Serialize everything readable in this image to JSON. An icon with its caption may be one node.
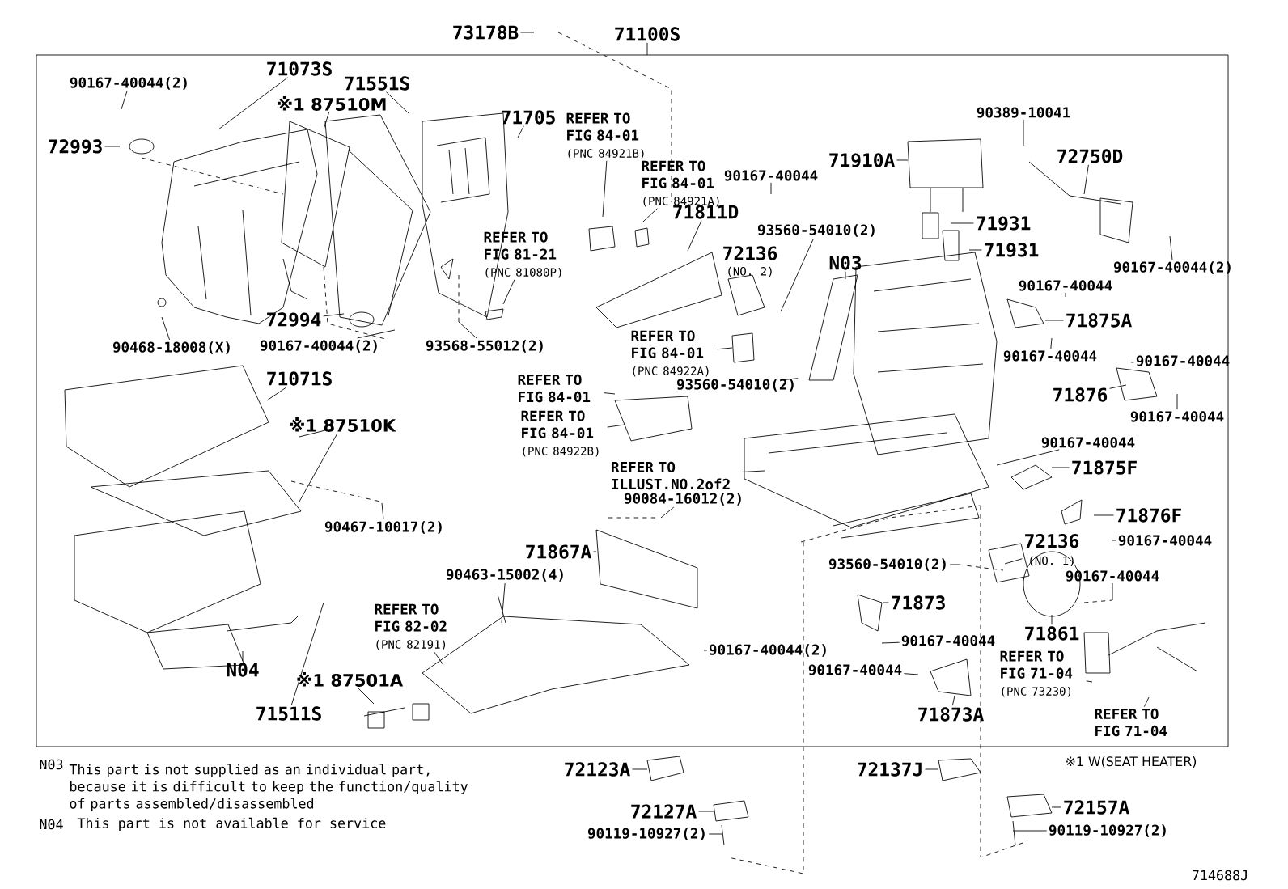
{
  "diagram": {
    "nodes": [
      {
        "text": [
          "73178B"
        ]
      },
      {
        "text": [
          "71100S"
        ]
      },
      {
        "text": [
          "90167-40044(2)"
        ]
      },
      {
        "text": [
          "72993"
        ]
      },
      {
        "text": [
          "71073S"
        ]
      },
      {
        "text": [
          "※1 87510M"
        ]
      },
      {
        "text": [
          "71551S"
        ]
      },
      {
        "text": [
          "71705"
        ]
      },
      {
        "text": [
          "REFER TO FIG 84-01",
          "(PNC 84921B)"
        ]
      },
      {
        "text": [
          "REFER TO FIG 84-01",
          "(PNC 84921A)"
        ]
      },
      {
        "text": [
          "REFER TO FIG 81-21",
          "(PNC 81080P)"
        ]
      },
      {
        "text": [
          "72994"
        ]
      },
      {
        "text": [
          "90167-40044(2)"
        ]
      },
      {
        "text": [
          "90468-18008(X)"
        ]
      },
      {
        "text": [
          "93568-55012(2)"
        ]
      },
      {
        "text": [
          "90167-40044"
        ]
      },
      {
        "text": [
          "71811D"
        ]
      },
      {
        "text": [
          "93560-54010(2)"
        ]
      },
      {
        "text": [
          "N03"
        ]
      },
      {
        "text": [
          "71910A"
        ]
      },
      {
        "text": [
          "71931"
        ]
      },
      {
        "text": [
          "71931"
        ]
      },
      {
        "text": [
          "90389-10041"
        ]
      },
      {
        "text": [
          "72750D"
        ]
      },
      {
        "text": [
          "90167-40044(2)"
        ]
      },
      {
        "text": [
          "90167-40044"
        ]
      },
      {
        "text": [
          "71875A"
        ]
      },
      {
        "text": [
          "90167-40044"
        ]
      },
      {
        "text": [
          "90167-40044"
        ]
      },
      {
        "text": [
          "71876"
        ]
      },
      {
        "text": [
          "90167-40044"
        ]
      },
      {
        "text": [
          "REFER TO FIG 84-01",
          "(PNC 84922A)"
        ]
      },
      {
        "text": [
          "93560-54010(2)"
        ]
      },
      {
        "text": [
          "REFER TO FIG 84-01"
        ]
      },
      {
        "text": [
          "REFER TO FIG 84-01",
          "(PNC 84922B)"
        ]
      },
      {
        "text": [
          "71071S"
        ]
      },
      {
        "text": [
          "※1 87510K"
        ]
      },
      {
        "text": [
          "90467-10017(2)"
        ]
      },
      {
        "text": [
          "REFER TO ILLUST.NO.2of2"
        ]
      },
      {
        "text": [
          "90084-16012(2)"
        ]
      },
      {
        "text": [
          "71867A"
        ]
      },
      {
        "text": [
          "90463-15002(4)"
        ]
      },
      {
        "text": [
          "REFER TO FIG 82-02",
          "(PNC 82191)"
        ]
      },
      {
        "text": [
          "90167-40044(2)"
        ]
      },
      {
        "text": [
          "N04"
        ]
      },
      {
        "text": [
          "※1 87501A"
        ]
      },
      {
        "text": [
          "71511S"
        ]
      },
      {
        "text": [
          "93560-54010(2)"
        ]
      },
      {
        "text": [
          "71873"
        ]
      },
      {
        "text": [
          "90167-40044"
        ]
      },
      {
        "text": [
          "90167-40044"
        ]
      },
      {
        "text": [
          "71873A"
        ]
      },
      {
        "text": [
          "72136",
          "(NO. 1)"
        ]
      },
      {
        "text": [
          "90167-40044"
        ]
      },
      {
        "text": [
          "71861"
        ]
      },
      {
        "text": [
          "REFER TO FIG 71-04",
          "(PNC 73230)"
        ]
      },
      {
        "text": [
          "REFER TO FIG 71-04"
        ]
      },
      {
        "text": [
          "71875F"
        ]
      },
      {
        "text": [
          "90167-40044"
        ]
      },
      {
        "text": [
          "71876F"
        ]
      },
      {
        "text": [
          "90167-40044"
        ]
      },
      {
        "text": [
          "72123A"
        ]
      },
      {
        "text": [
          "72127A"
        ]
      },
      {
        "text": [
          "90119-10927(2)"
        ]
      },
      {
        "text": [
          "72137J"
        ]
      },
      {
        "text": [
          "72157A"
        ]
      },
      {
        "text": [
          "90119-10927(2)"
        ]
      }
    ],
    "edges": [
      {
        "from": 0,
        "to": null,
        "arrow": "none"
      },
      {
        "from": 1,
        "to": null,
        "arrow": "none"
      },
      {
        "from": 2,
        "to": null,
        "arrow": "none"
      },
      {
        "from": 3,
        "to": null,
        "arrow": "none"
      },
      {
        "from": 4,
        "to": null,
        "arrow": "none"
      },
      {
        "from": 5,
        "to": null,
        "arrow": "none"
      },
      {
        "from": 6,
        "to": null,
        "arrow": "none"
      },
      {
        "from": 7,
        "to": null,
        "arrow": "none"
      },
      {
        "from": 8,
        "to": null,
        "arrow": "none"
      },
      {
        "from": 9,
        "to": null,
        "arrow": "none"
      },
      {
        "from": 10,
        "to": null,
        "arrow": "none"
      },
      {
        "from": 11,
        "to": null,
        "arrow": "none"
      },
      {
        "from": 12,
        "to": null,
        "arrow": "none"
      },
      {
        "from": 13,
        "to": null,
        "arrow": "none"
      },
      {
        "from": 14,
        "to": null,
        "arrow": "none"
      },
      {
        "from": 15,
        "to": null,
        "arrow": "none"
      },
      {
        "from": 16,
        "to": null,
        "arrow": "none"
      },
      {
        "from": 17,
        "to": null,
        "arrow": "none"
      },
      {
        "from": 18,
        "to": null,
        "arrow": "none"
      },
      {
        "from": 19,
        "to": null,
        "arrow": "none"
      },
      {
        "from": 20,
        "to": null,
        "arrow": "none"
      },
      {
        "from": 21,
        "to": null,
        "arrow": "none"
      },
      {
        "from": 22,
        "to": null,
        "arrow": "none"
      },
      {
        "from": 23,
        "to": null,
        "arrow": "none"
      },
      {
        "from": 24,
        "to": null,
        "arrow": "none"
      },
      {
        "from": 25,
        "to": null,
        "arrow": "none"
      },
      {
        "from": 26,
        "to": null,
        "arrow": "none"
      },
      {
        "from": 27,
        "to": null,
        "arrow": "none"
      },
      {
        "from": 28,
        "to": null,
        "arrow": "none"
      },
      {
        "from": 29,
        "to": null,
        "arrow": "none"
      },
      {
        "from": 30,
        "to": null,
        "arrow": "none"
      },
      {
        "from": 31,
        "to": null,
        "arrow": "none"
      },
      {
        "from": 32,
        "to": null,
        "arrow": "none"
      },
      {
        "from": 33,
        "to": null,
        "arrow": "none"
      },
      {
        "from": 34,
        "to": null,
        "arrow": "none"
      },
      {
        "from": 35,
        "to": null,
        "arrow": "none"
      },
      {
        "from": 36,
        "to": null,
        "arrow": "none"
      },
      {
        "from": 37,
        "to": null,
        "arrow": "none"
      },
      {
        "from": 38,
        "to": null,
        "arrow": "none"
      },
      {
        "from": 39,
        "to": null,
        "arrow": "none"
      },
      {
        "from": 40,
        "to": null,
        "arrow": "none"
      },
      {
        "from": 41,
        "to": null,
        "arrow": "none"
      },
      {
        "from": 42,
        "to": null,
        "arrow": "none"
      },
      {
        "from": 43,
        "to": null,
        "arrow": "none"
      },
      {
        "from": 44,
        "to": null,
        "arrow": "none"
      },
      {
        "from": 45,
        "to": null,
        "arrow": "none"
      },
      {
        "from": 46,
        "to": null,
        "arrow": "none"
      },
      {
        "from": 47,
        "to": null,
        "arrow": "none"
      },
      {
        "from": 48,
        "to": null,
        "arrow": "none"
      },
      {
        "from": 49,
        "to": null,
        "arrow": "none"
      },
      {
        "from": 50,
        "to": null,
        "arrow": "none"
      },
      {
        "from": 51,
        "to": null,
        "arrow": "none"
      },
      {
        "from": 52,
        "to": null,
        "arrow": "none"
      },
      {
        "from": 53,
        "to": null,
        "arrow": "none"
      },
      {
        "from": 54,
        "to": null,
        "arrow": "none"
      },
      {
        "from": 55,
        "to": null,
        "arrow": "none"
      },
      {
        "from": 56,
        "to": null,
        "arrow": "none"
      },
      {
        "from": 57,
        "to": null,
        "arrow": "none"
      },
      {
        "from": 58,
        "to": null,
        "arrow": "none"
      },
      {
        "from": 59,
        "to": null,
        "arrow": "none"
      },
      {
        "from": 60,
        "to": null,
        "arrow": "none"
      },
      {
        "from": 61,
        "to": null,
        "arrow": "none"
      },
      {
        "from": 62,
        "to": null,
        "arrow": "none"
      },
      {
        "from": 63,
        "to": null,
        "arrow": "none"
      },
      {
        "from": 64,
        "to": null,
        "arrow": "none"
      },
      {
        "from": 65,
        "to": null,
        "arrow": "none"
      },
      {
        "from": 66,
        "to": null,
        "arrow": "none"
      }
    ],
    "labels": [
      "72136",
      "(NO. 2)",
      "N03",
      "This part is not supplied as an individual part, because it is difficult to keep the function/quality of parts assembled/disassembled",
      "N04",
      "This part is not available for service",
      "※1 W(SEAT HEATER)",
      "714688J"
    ]
  }
}
